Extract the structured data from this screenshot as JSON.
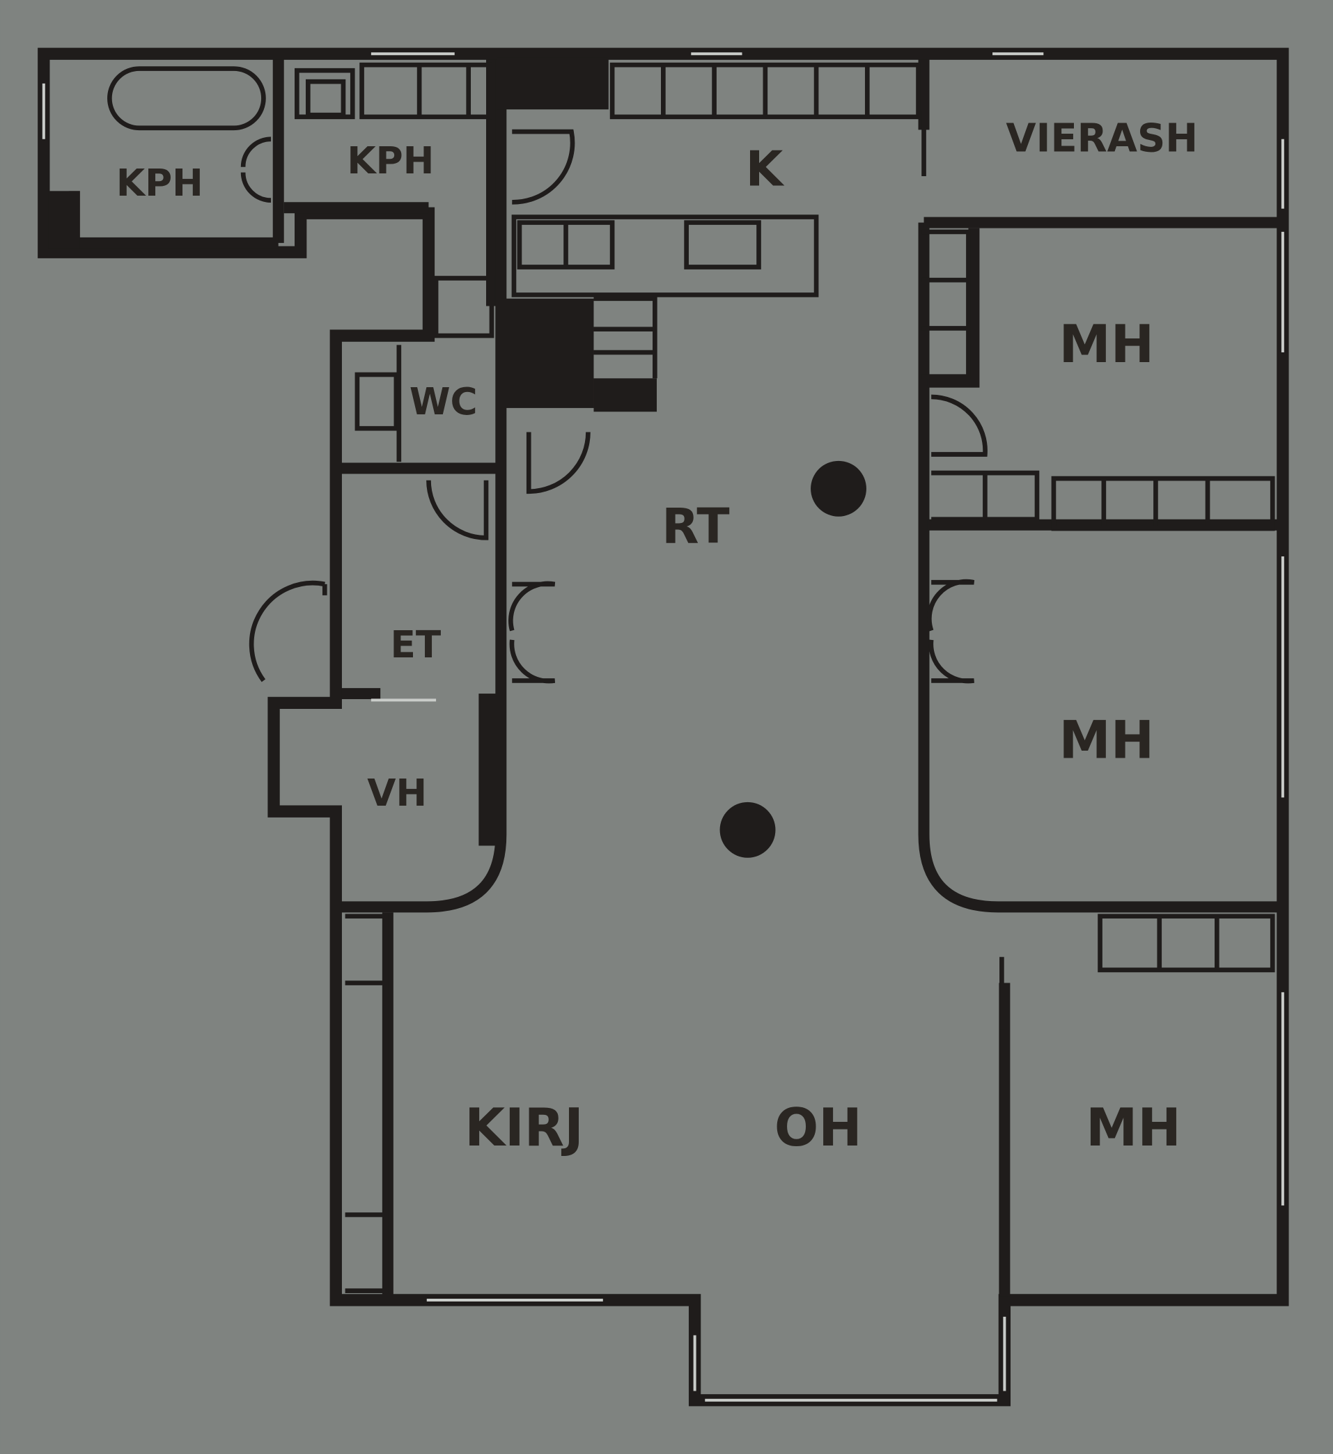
{
  "colors": {
    "background": "#7f8380",
    "wall": "#1f1c1b",
    "label": "#2a2622",
    "window": "#c9ccc9"
  },
  "rooms": {
    "kph_1": "KPH",
    "kph_2": "KPH",
    "kitchen": "K",
    "vierash": "VIERASH",
    "wc": "WC",
    "rt": "RT",
    "mh_1": "MH",
    "et": "ET",
    "mh_2": "MH",
    "vh": "VH",
    "kirj": "KIRJ",
    "oh": "OH",
    "mh_3": "MH"
  }
}
